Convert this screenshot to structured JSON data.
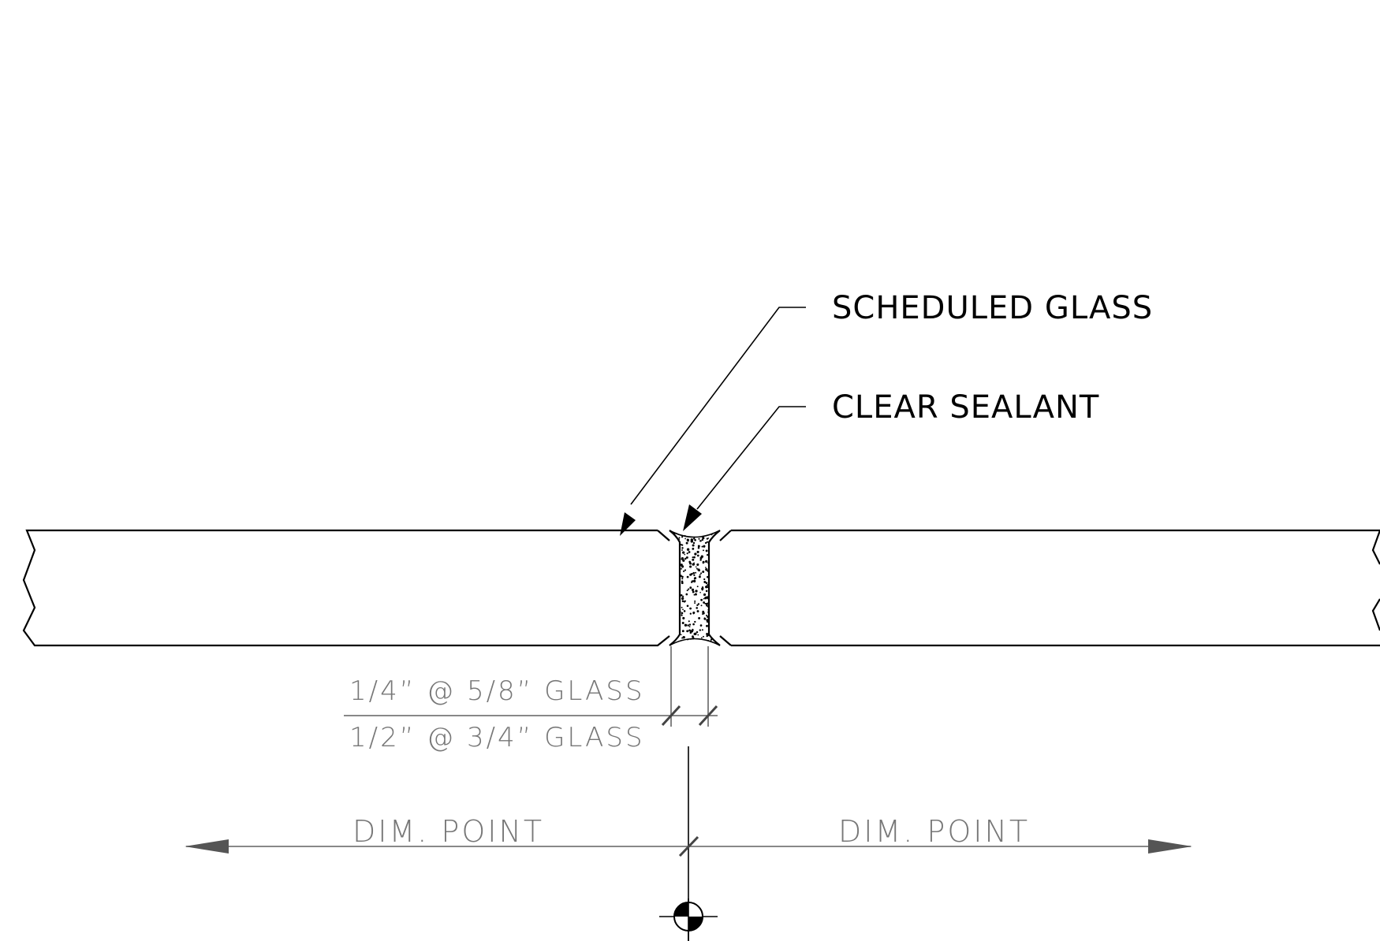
{
  "callouts": {
    "glass": "SCHEDULED GLASS",
    "sealant": "CLEAR SEALANT"
  },
  "joint_dimension": {
    "upper": "1/4” @ 5/8” GLASS",
    "lower": "1/2” @ 3/4” GLASS"
  },
  "dim_point": {
    "left": "DIM. POINT",
    "right": "DIM. POINT"
  },
  "colors": {
    "linework": "#000000",
    "dimension": "#777777"
  }
}
